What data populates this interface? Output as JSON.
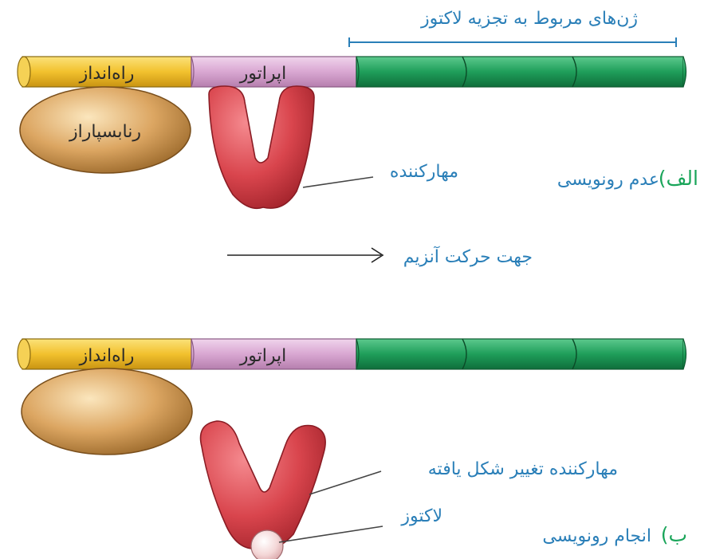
{
  "header": {
    "lactose_genes": "ژن‌های مربوط به تجزیه لاکتوز"
  },
  "panel_a": {
    "promoter": "راه‌انداز",
    "operator": "اپراتور",
    "polymerase": "رنابسپاراز",
    "repressor": "مهارکننده",
    "letter": "الف)",
    "caption": "عدم رونویسی",
    "direction": "جهت حرکت آنزیم"
  },
  "panel_b": {
    "promoter": "راه‌انداز",
    "operator": "اپراتور",
    "changed_repressor": "مهارکننده تغییر شکل یافته",
    "lactose": "لاکتوز",
    "letter": "ب)",
    "caption": "انجام رونویسی"
  },
  "colors": {
    "promoter": "#f2c12e",
    "operator": "#d9a7d2",
    "genes": "#1f9e5a",
    "text": "#2a7fb8",
    "accent_green": "#1aa55a",
    "repressor": "#d9454d",
    "polymerase": "#d9a15a",
    "lactose": "#f4d7d7"
  }
}
